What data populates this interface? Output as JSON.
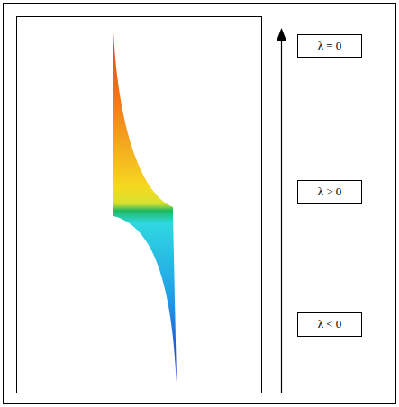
{
  "diagram": {
    "nodes": [
      {
        "text": [
          "λ = 0"
        ]
      },
      {
        "text": [
          "λ > 0"
        ]
      },
      {
        "text": [
          "λ < 0"
        ]
      }
    ]
  }
}
